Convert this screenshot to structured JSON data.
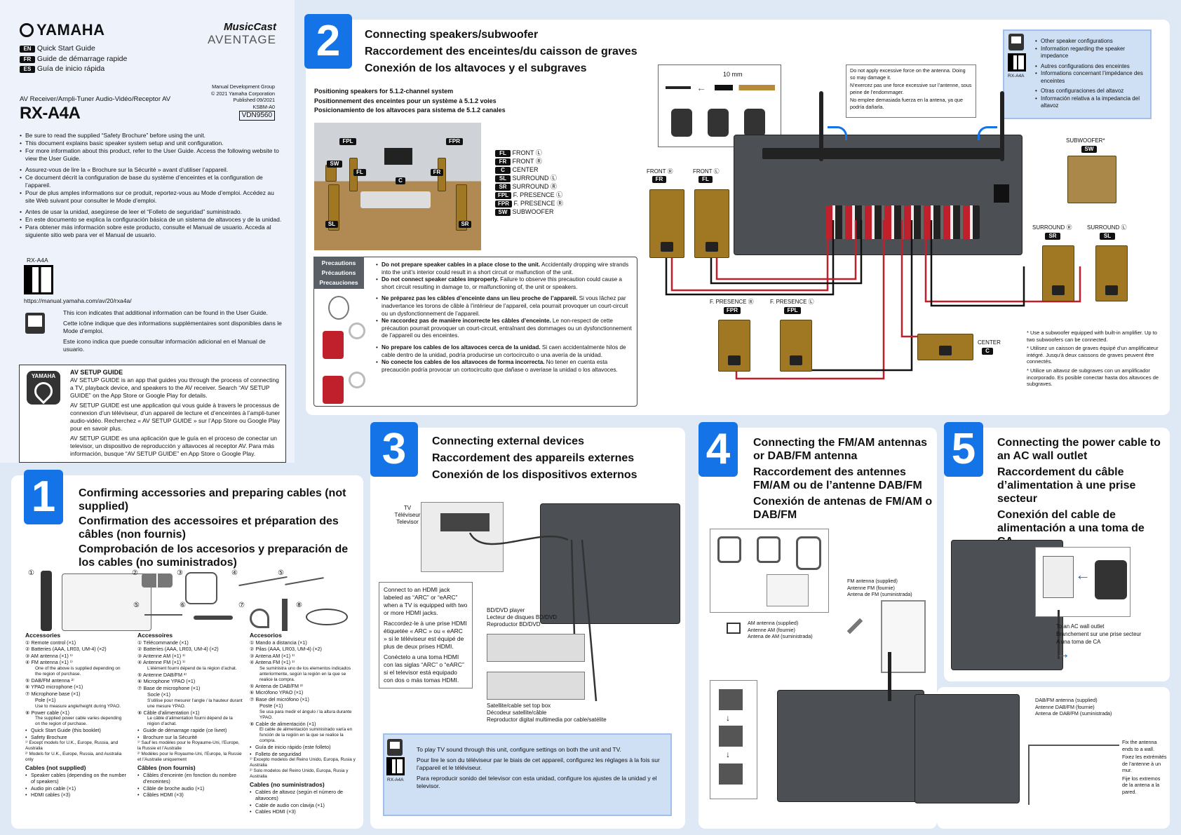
{
  "brand": "YAMAHA",
  "product_logo": {
    "top": "MusicCast",
    "bottom": "AVENTAGE"
  },
  "langs": [
    {
      "code": "EN",
      "label": "Quick Start Guide"
    },
    {
      "code": "FR",
      "label": "Guide de démarrage rapide"
    },
    {
      "code": "ES",
      "label": "Guía de inicio rápida"
    }
  ],
  "meta": {
    "group": "Manual Development Group",
    "copyright": "© 2021 Yamaha Corporation",
    "published": "Published 09/2021",
    "code1": "KSBM-A0",
    "vdn": "VDN9560"
  },
  "subtitle": "AV Receiver/Ampli-Tuner Audio-Vidéo/Receptor AV",
  "model": "RX-A4A",
  "intro": {
    "en": [
      "Be sure to read the supplied “Safety Brochure” before using the unit.",
      "This document explains basic speaker system setup and unit configuration.",
      "For more information about this product, refer to the User Guide. Access the following website to view the User Guide."
    ],
    "fr": [
      "Assurez-vous de lire la « Brochure sur la Sécurité » avant d’utiliser l’appareil.",
      "Ce document décrit la configuration de base du système d’enceintes et la configuration de l’appareil.",
      "Pour de plus amples informations sur ce produit, reportez-vous au Mode d’emploi. Accédez au site Web suivant pour consulter le Mode d’emploi."
    ],
    "es": [
      "Antes de usar la unidad, asegúrese de leer el “Folleto de seguridad” suministrado.",
      "En este documento se explica la configuración básica de un sistema de altavoces y de la unidad.",
      "Para obtener más información sobre este producto, consulte el Manual de usuario. Acceda al siguiente sitio web para ver el Manual de usuario."
    ]
  },
  "qr_label": "RX-A4A",
  "url": "https://manual.yamaha.com/av/20/rxa4a/",
  "icon_note": {
    "en": "This icon indicates that additional information can be found in the User Guide.",
    "fr": "Cette icône indique que des informations supplémentaires sont disponibles dans le Mode d’emploi.",
    "es": "Este icono indica que puede consultar información adicional en el Manual de usuario."
  },
  "avsetup": {
    "logo": "YAMAHA",
    "title": "AV SETUP GUIDE",
    "en": "AV SETUP GUIDE is an app that guides you through the process of connecting a TV, playback device, and speakers to the AV receiver. Search “AV SETUP GUIDE” on the App Store or Google Play for details.",
    "fr": "AV SETUP GUIDE est une application qui vous guide à travers le processus de connexion d’un téléviseur, d’un appareil de lecture et d’enceintes à l’ampli-tuner audio-vidéo. Recherchez « AV SETUP GUIDE » sur l’App Store ou Google Play pour en savoir plus.",
    "es": "AV SETUP GUIDE es una aplicación que le guía en el proceso de conectar un televisor, un dispositivo de reproducción y altavoces al receptor AV. Para más información, busque “AV SETUP GUIDE” en App Store o Google Play."
  },
  "s1": {
    "num": "1",
    "title_en": "Confirming accessories and preparing cables (not supplied)",
    "title_fr": "Confirmation des accessoires et préparation des câbles (non fournis)",
    "title_es": "Comprobación de los accesorios y preparación de los cables (no suministrados)",
    "col_en": {
      "head": "Accessories",
      "items": [
        "① Remote control (×1)",
        "② Batteries (AAA, LR03, UM-4) (×2)",
        "③ AM antenna (×1) ¹⁾",
        "④ FM antenna (×1) ¹⁾",
        "One of the above is supplied depending on the region of purchase.",
        "⑤ DAB/FM antenna ²⁾",
        "⑥ YPAO microphone (×1)",
        "⑦ Microphone base (×1)",
        "Pole (×1)",
        "Use to measure angle/height during YPAO.",
        "⑧ Power cable (×1)",
        "The supplied power cable varies depending on the region of purchase.",
        "Quick Start Guide (this booklet)",
        "Safety Brochure",
        "¹⁾ Except models for U.K., Europe, Russia, and Australia",
        "²⁾ Models for U.K., Europe, Russia, and Australia only"
      ],
      "cables_head": "Cables (not supplied)",
      "cables": [
        "Speaker cables (depending on the number of speakers)",
        "Audio pin cable (×1)",
        "HDMI cables (×3)"
      ]
    },
    "col_fr": {
      "head": "Accessoires",
      "items": [
        "① Télécommande (×1)",
        "② Batteries (AAA, LR03, UM-4) (×2)",
        "③ Antenne AM (×1) ¹⁾",
        "④ Antenne FM (×1) ¹⁾",
        "L’élément fourni dépend de la région d’achat.",
        "⑤ Antenne DAB/FM ²⁾",
        "⑥ Microphone YPAO (×1)",
        "⑦ Base de microphone (×1)",
        "Socle (×1)",
        "S’utilise pour mesurer l’angle / la hauteur durant une mesure YPAO.",
        "⑧ Câble d’alimentation (×1)",
        "Le câble d’alimentation fourni dépend de la région d’achat.",
        "Guide de démarrage rapide (ce livret)",
        "Brochure sur la Sécurité",
        "¹⁾ Sauf les modèles pour le Royaume-Uni, l’Europe, la Russie et l’Australie",
        "²⁾ Modèles pour le Royaume-Uni, l’Europe, la Russie et l’Australie uniquement"
      ],
      "cables_head": "Câbles (non fournis)",
      "cables": [
        "Câbles d’enceinte (en fonction du nombre d’enceintes)",
        "Câble de broche audio (×1)",
        "Câbles HDMI (×3)"
      ]
    },
    "col_es": {
      "head": "Accesorios",
      "items": [
        "① Mando a distancia (×1)",
        "② Pilas (AAA, LR03, UM-4) (×2)",
        "③ Antena AM (×1) ¹⁾",
        "④ Antena FM (×1) ¹⁾",
        "Se suministra uno de los elementos indicados anteriormente, según la región en la que se realice la compra.",
        "⑤ Antena de DAB/FM ²⁾",
        "⑥ Micrófono YPAO (×1)",
        "⑦ Base del micrófono (×1)",
        "Poste (×1)",
        "Se usa para medir el ángulo / la altura durante YPAO.",
        "⑧ Cable de alimentación (×1)",
        "El cable de alimentación suministrado varía en función de la región en la que se realice la compra.",
        "Guía de inicio rápido (este folleto)",
        "Folleto de seguridad",
        "¹⁾ Excepto modelos del Reino Unido, Europa, Rusia y Australia",
        "²⁾ Solo modelos del Reino Unido, Europa, Rusia y Australia"
      ],
      "cables_head": "Cables (no suministrados)",
      "cables": [
        "Cables de altavoz (según el número de altavoces)",
        "Cable de audio con clavija (×1)",
        "Cables HDMI (×3)"
      ]
    }
  },
  "s2": {
    "num": "2",
    "title_en": "Connecting speakers/subwoofer",
    "title_fr": "Raccordement des enceintes/du caisson de graves",
    "title_es": "Conexión de los altavoces y el subgraves",
    "pos_en": "Positioning speakers for 5.1.2-channel system",
    "pos_fr": "Positionnement des enceintes pour un système à 5.1.2 voies",
    "pos_es": "Posicionamiento de los altavoces para sistema de 5.1.2 canales",
    "legend": [
      {
        "c": "FL",
        "t": "FRONT Ⓛ"
      },
      {
        "c": "FR",
        "t": "FRONT Ⓡ"
      },
      {
        "c": "C",
        "t": "CENTER"
      },
      {
        "c": "SL",
        "t": "SURROUND Ⓛ"
      },
      {
        "c": "SR",
        "t": "SURROUND Ⓡ"
      },
      {
        "c": "FPL",
        "t": "F. PRESENCE Ⓛ"
      },
      {
        "c": "FPR",
        "t": "F. PRESENCE Ⓡ"
      },
      {
        "c": "SW",
        "t": "SUBWOOFER"
      }
    ],
    "room_tags": [
      "FPL",
      "FPR",
      "SW",
      "FL",
      "C",
      "FR",
      "SL",
      "SR"
    ],
    "prec_head": [
      "Precautions",
      "Précautions",
      "Precauciones"
    ],
    "prec": [
      {
        "b": "Do not prepare speaker cables in a place close to the unit.",
        "t": " Accidentally dropping wire strands into the unit’s interior could result in a short circuit or malfunction of the unit."
      },
      {
        "b": "Do not connect speaker cables improperly.",
        "t": " Failure to observe this precaution could cause a short circuit resulting in damage to, or malfunctioning of, the unit or speakers."
      },
      {
        "b": "Ne préparez pas les câbles d’enceinte dans un lieu proche de l’appareil.",
        "t": " Si vous lâchez par inadvertance les torons de câble à l’intérieur de l’appareil, cela pourrait provoquer un court-circuit ou un dysfonctionnement de l’appareil."
      },
      {
        "b": "Ne raccordez pas de manière incorrecte les câbles d’enceinte.",
        "t": " Le non-respect de cette précaution pourrait provoquer un court-circuit, entraînant des dommages ou un dysfonctionnement de l’appareil ou des enceintes."
      },
      {
        "b": "No prepare los cables de los altavoces cerca de la unidad.",
        "t": " Si caen accidentalmente hilos de cable dentro de la unidad, podría producirse un cortocircuito o una avería de la unidad."
      },
      {
        "b": "No conecte los cables de los altavoces de forma incorrecta.",
        "t": " No tener en cuenta esta precaución podría provocar un cortocircuito que dañase o averiase la unidad o los altavoces."
      }
    ],
    "strip": "10 mm",
    "antenna_note": [
      "Do not apply excessive force on the antenna. Doing so may damage it.",
      "N’exercez pas une force excessive sur l’antenne, sous peine de l’endommager.",
      "No emplee demasiada fuerza en la antena, ya que podría dañarla."
    ],
    "info_box": {
      "qr": "RX-A4A",
      "items": [
        "Other speaker configurations",
        "Information regarding the speaker impedance",
        "Autres configurations des enceintes",
        "Informations concernant l’impédance des enceintes",
        "Otras configuraciones del altavoz",
        "Información relativa a la impedancia del altavoz"
      ]
    },
    "spk": {
      "front_r": "FRONT Ⓡ",
      "front_l": "FRONT Ⓛ",
      "sub": "SUBWOOFER*",
      "sur_r": "SURROUND Ⓡ",
      "sur_l": "SURROUND Ⓛ",
      "fp_r": "F. PRESENCE Ⓡ",
      "fp_l": "F. PRESENCE Ⓛ",
      "center": "CENTER"
    },
    "foot": [
      "* Use a subwoofer equipped with built-in amplifier. Up to two subwoofers can be connected.",
      "* Utilisez un caisson de graves équipé d’un amplificateur intégré. Jusqu’à deux caissons de graves peuvent être connectés.",
      "* Utilice un altavoz de subgraves con un amplificador incorporado. Es posible conectar hasta dos altavoces de subgraves."
    ]
  },
  "s3": {
    "num": "3",
    "title_en": "Connecting external devices",
    "title_fr": "Raccordement des appareils externes",
    "title_es": "Conexión de los dispositivos externos",
    "tv": [
      "TV",
      "Téléviseur",
      "Televisor"
    ],
    "hdmi_note": [
      "Connect to an HDMI jack labeled as “ARC” or “eARC” when a TV is equipped with two or more HDMI jacks.",
      "Raccordez-le à une prise HDMI étiquetée « ARC » ou « eARC » si le téléviseur est équipé de plus de deux prises HDMI.",
      "Conéctelo a una toma HDMI con las siglas “ARC” o “eARC” si el televisor está equipado con dos o más tomas HDMI."
    ],
    "bd": [
      "BD/DVD player",
      "Lecteur de disques BD/DVD",
      "Reproductor BD/DVD"
    ],
    "stb": [
      "Satellite/cable set top box",
      "Décodeur satellite/câble",
      "Reproductor digital multimedia por cable/satélite"
    ],
    "tv_sound": {
      "qr": "RX-A4A",
      "lines": [
        "To play TV sound through this unit, configure settings on both the unit and TV.",
        "Pour lire le son du téléviseur par le biais de cet appareil, configurez les réglages à la fois sur l’appareil et le téléviseur.",
        "Para reproducir sonido del televisor con esta unidad, configure los ajustes de la unidad y el televisor."
      ]
    }
  },
  "s4": {
    "num": "4",
    "title_en": "Connecting the FM/AM antennas or DAB/FM antenna",
    "title_fr": "Raccordement des antennes FM/AM ou de l’antenne DAB/FM",
    "title_es": "Conexión de antenas de FM/AM o DAB/FM",
    "fm": [
      "FM antenna (supplied)",
      "Antenne FM (fournie)",
      "Antena de FM (suministrada)"
    ],
    "am": [
      "AM antenna (supplied)",
      "Antenne AM (fournie)",
      "Antena de AM (suministrada)"
    ],
    "dab": [
      "DAB/FM antenna (supplied)",
      "Antenne DAB/FM (fournie)",
      "Antena de DAB/FM (suministrada)"
    ],
    "fix": [
      "Fix the antenna ends to a wall.",
      "Fixez les extrémités de l’antenne à un mur.",
      "Fije los extremos de la antena a la pared."
    ]
  },
  "s5": {
    "num": "5",
    "title_en": "Connecting the power cable to an AC wall outlet",
    "title_fr": "Raccordement du câble d’alimentation à une prise secteur",
    "title_es": "Conexión del cable de alimentación a una toma de CA",
    "outlet": [
      "To an AC wall outlet",
      "Branchement sur une prise secteur",
      "A una toma de CA"
    ]
  }
}
